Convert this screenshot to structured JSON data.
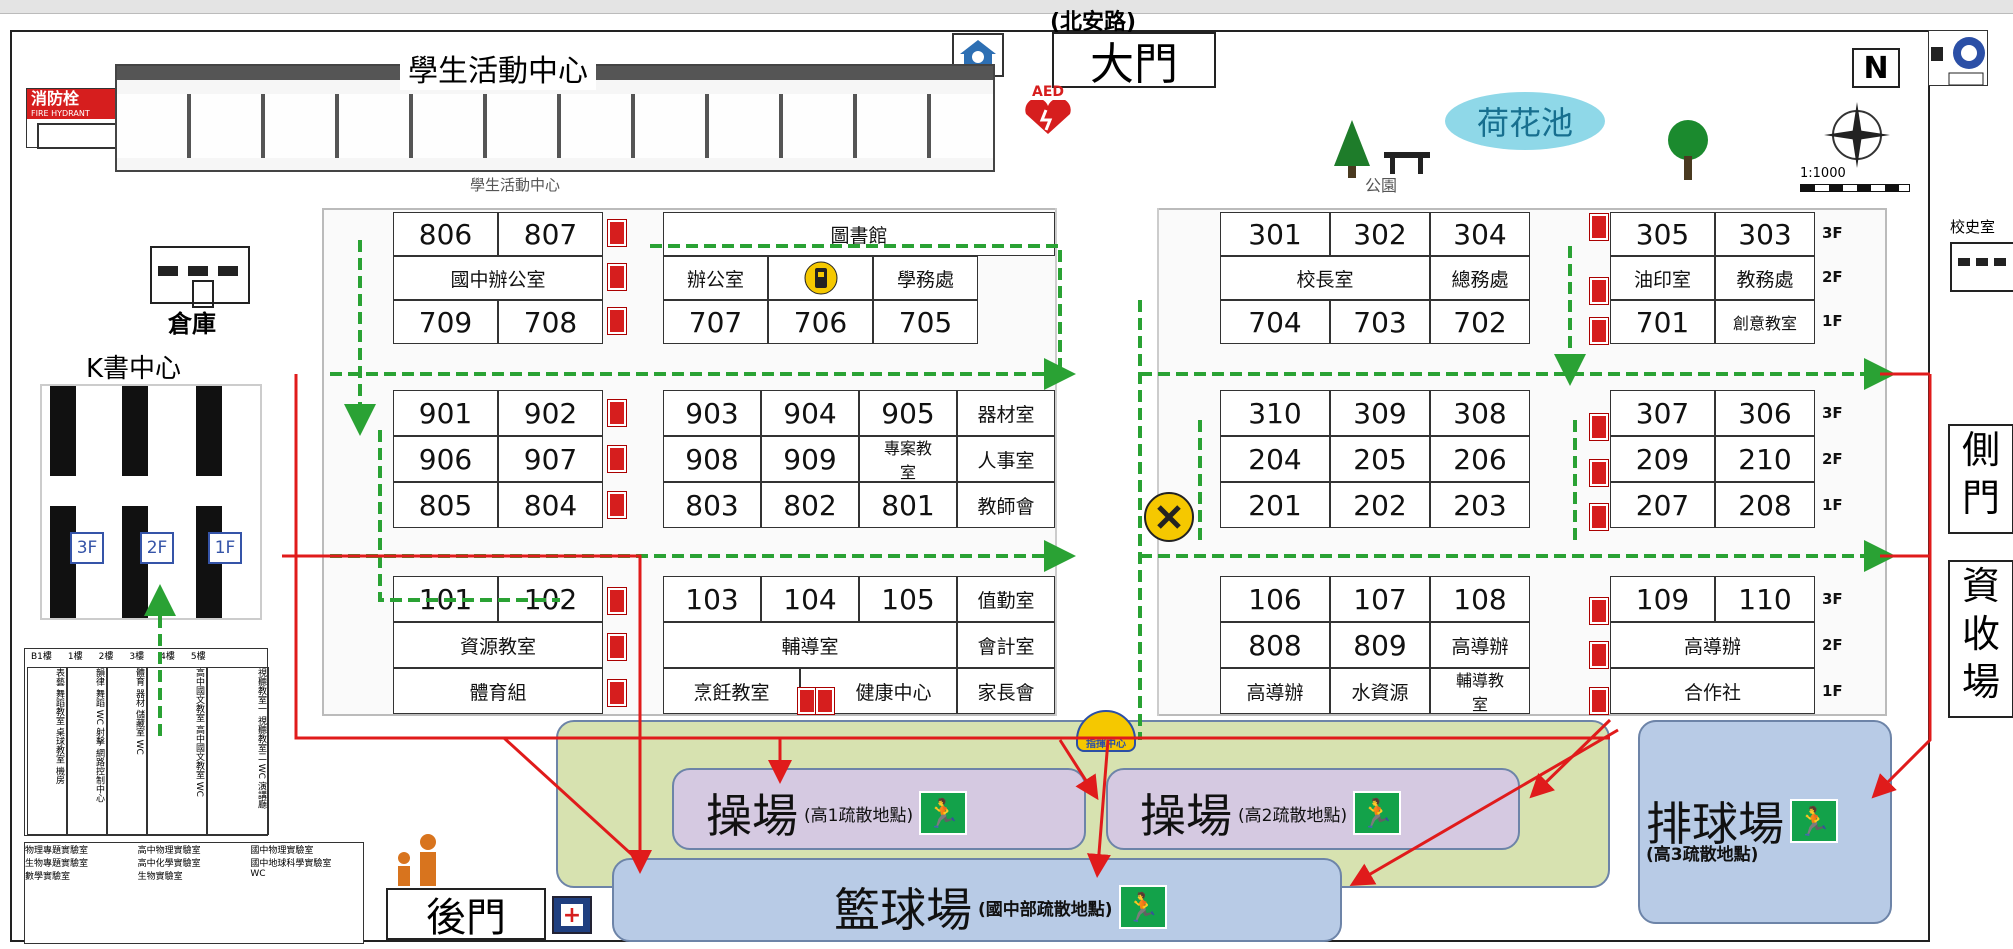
{
  "header": {
    "road": "(北安路)",
    "main_gate": "大門",
    "north": "N",
    "scale": "1:1000"
  },
  "landmarks": {
    "student_center": "學生活動中心",
    "student_center_caption": "學生活動中心",
    "hydrant_title": "消防栓",
    "hydrant_sub": "FIRE HYDRANT",
    "aed": "AED",
    "lotus_pond": "荷花池",
    "park": "公園",
    "warehouse": "倉庫",
    "k_center": "K書中心",
    "k_floors": [
      "3F",
      "2F",
      "1F"
    ],
    "history_room": "校史室",
    "side_gate": [
      "側",
      "門"
    ],
    "recycle": [
      "資",
      "收",
      "場"
    ],
    "back_gate": "後門",
    "command_center": "指揮中心"
  },
  "building_left": {
    "r1": [
      "806",
      "807",
      "國中辦公室",
      "709",
      "708"
    ],
    "library": "圖書館",
    "r2": [
      "辦公室",
      "學務處",
      "707",
      "706",
      "705"
    ],
    "b2a": [
      "901",
      "902",
      "906",
      "907",
      "805",
      "804"
    ],
    "b2b": [
      "903",
      "904",
      "905",
      "器材室",
      "908",
      "909",
      "專案教室",
      "人事室",
      "803",
      "802",
      "801",
      "教師會"
    ],
    "b3a": [
      "101",
      "102",
      "資源教室",
      "體育組"
    ],
    "b3b": [
      "103",
      "104",
      "105",
      "值勤室",
      "輔導室",
      "會計室",
      "烹飪教室",
      "健康中心",
      "家長會"
    ]
  },
  "building_right": {
    "b1a": [
      "301",
      "302",
      "304",
      "校長室",
      "總務處",
      "704",
      "703",
      "702"
    ],
    "b1b": [
      "305",
      "303",
      "油印室",
      "教務處",
      "701",
      "創意教室"
    ],
    "b2a": [
      "310",
      "309",
      "308",
      "204",
      "205",
      "206",
      "201",
      "202",
      "203"
    ],
    "b2b": [
      "307",
      "306",
      "209",
      "210",
      "207",
      "208"
    ],
    "b3a": [
      "106",
      "107",
      "108",
      "808",
      "809",
      "高導辦",
      "高導辦",
      "水資源",
      "輔導教室"
    ],
    "b3b": [
      "109",
      "110",
      "高導辦",
      "合作社"
    ],
    "floors": [
      "3F",
      "2F",
      "1F"
    ]
  },
  "fields": {
    "field1": {
      "name": "操場",
      "sub": "(高1疏散地點)"
    },
    "field2": {
      "name": "操場",
      "sub": "(高2疏散地點)"
    },
    "volley": {
      "name": "排球場",
      "sub": "(高3疏散地點)"
    },
    "basket": {
      "name": "籃球場",
      "sub": "(國中部疏散地點)"
    }
  },
  "mini_map": {
    "floor_labels": [
      "B1樓",
      "1樓",
      "2樓",
      "3樓",
      "4樓",
      "5樓"
    ],
    "cols": [
      [
        "表藝",
        "舞蹈教室",
        "桌球教室",
        "機房"
      ],
      [
        "韻律",
        "舞蹈",
        "WC",
        "射擊",
        "網路控制中心"
      ],
      [
        "體育",
        "器材",
        "儲藏室",
        "WC"
      ],
      [
        "高中國文教室",
        "高中國文教室",
        "WC"
      ],
      [
        "視聽教室一",
        "視聽教室二",
        "WC",
        "演講廳"
      ]
    ],
    "bottom_rows": [
      "物理專題實驗室",
      "高中物理實驗室",
      "國中物理實驗室",
      "生物專題實驗室",
      "高中化學實驗室",
      "國中地球科學實驗室",
      "數學實驗室",
      "生物實驗室",
      "WC"
    ]
  },
  "colors": {
    "route": "#2aa234",
    "evac": "#e01b1b",
    "field_green": "#d7e2b0",
    "field_purple": "#d5c9e1",
    "field_blue": "#b8cbe6"
  }
}
